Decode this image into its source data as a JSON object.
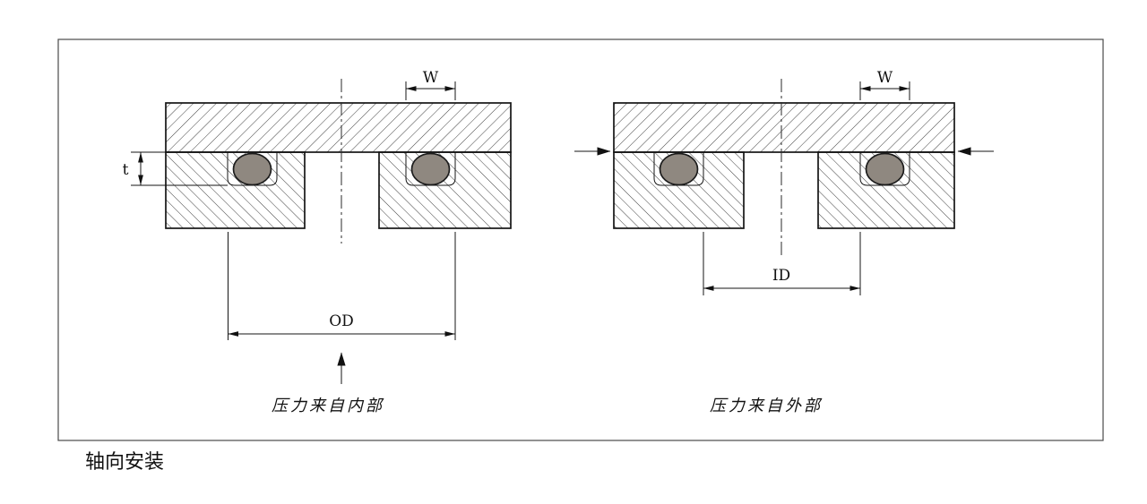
{
  "caption": "轴向安装",
  "left_diagram": {
    "w_label": "W",
    "t_label": "t",
    "od_label": "OD",
    "pressure_label": "压力来自内部"
  },
  "right_diagram": {
    "w_label": "W",
    "id_label": "ID",
    "pressure_label": "压力来自外部"
  }
}
